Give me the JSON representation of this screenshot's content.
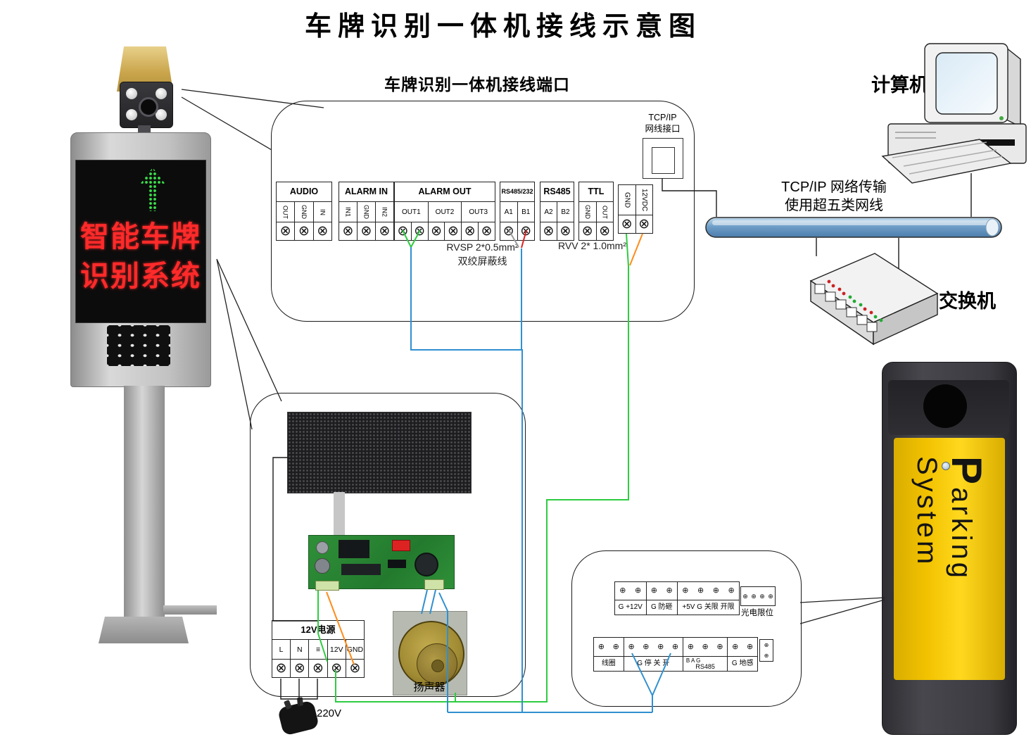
{
  "title": "车牌识别一体机接线示意图",
  "colors": {
    "wire_green": "#2ecc40",
    "wire_blue": "#3090d0",
    "wire_orange": "#ff8c1a",
    "wire_red": "#e02020",
    "wire_gray": "#9a9a9a",
    "barrier_yellow": "#f2c200",
    "led_red": "#ff2a2a",
    "led_green": "#3ae04a"
  },
  "panel": {
    "subtitle": "车牌识别一体机接线端口",
    "tcp_port": {
      "line1": "TCP/IP",
      "line2": "网线接口"
    },
    "blocks": [
      {
        "name": "AUDIO",
        "pins": [
          "OUT",
          "GND",
          "IN"
        ],
        "rotated": true,
        "span": 1
      },
      {
        "name": "ALARM IN",
        "pins": [
          "IN1",
          "GND",
          "IN2"
        ],
        "rotated": true,
        "span": 1
      },
      {
        "name": "ALARM OUT",
        "pins": [
          "OUT1",
          "OUT2",
          "OUT3"
        ],
        "rotated": false,
        "span": 2
      },
      {
        "name": "RS485/232",
        "pins": [
          "A1",
          "B1"
        ],
        "rotated": false,
        "span": 1
      },
      {
        "name": "RS485",
        "pins": [
          "A2",
          "B2"
        ],
        "rotated": false,
        "span": 1
      },
      {
        "name": "TTL",
        "pins": [
          "GND",
          "OUT"
        ],
        "rotated": true,
        "span": 1
      }
    ],
    "dc_block": {
      "pins": [
        "GND",
        "12VDC"
      ]
    },
    "notes": {
      "rvsp1": "RVSP 2*0.5mm²",
      "rvsp2": "双绞屏蔽线",
      "rvv": "RVV 2* 1.0mm²"
    }
  },
  "network": {
    "transfer_line1": "TCP/IP  网络传输",
    "transfer_line2": "使用超五类网线",
    "computer_label": "计算机",
    "switch_label": "交换机"
  },
  "camera_display": {
    "led_text_line1": "智能车牌",
    "led_text_line2": "识别系统"
  },
  "middle": {
    "psu": {
      "title": "12V电源",
      "pins": [
        "L",
        "N",
        "≡",
        "12V",
        "GND"
      ]
    },
    "speaker_label": "扬声器",
    "plug_label": "220V"
  },
  "barrier_panel": {
    "strip1": [
      {
        "label": "G  +12V",
        "screws": 2
      },
      {
        "label": "G 防砸",
        "screws": 2
      },
      {
        "label": "+5V  G 关限 开限",
        "screws": 4
      }
    ],
    "photo_limit": {
      "label": "光电限位",
      "screws": 4
    },
    "strip2": [
      {
        "label": "线圈",
        "screws": 2
      },
      {
        "label": "G 停 关 开",
        "screws": 4
      },
      {
        "label": "RS485",
        "label_top": "B A G",
        "screws": 3
      },
      {
        "label": "G 地感",
        "screws": 2
      }
    ],
    "aux_connector_screws": 2
  },
  "barrier_gate": {
    "text": "Parking System"
  },
  "icons": {
    "screw_large": "⊗",
    "screw_small": "⊕"
  }
}
